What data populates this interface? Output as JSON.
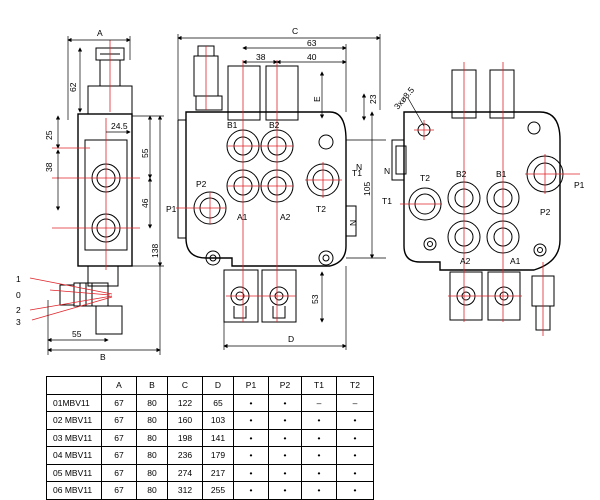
{
  "views": {
    "side": {
      "dims": {
        "A": "A",
        "B": "B",
        "d62": "62",
        "d25": "25",
        "d24_5": "24.5",
        "d38": "38",
        "d55": "55",
        "d46": "46",
        "d138": "138",
        "d55b": "55"
      },
      "lever_positions": [
        "1",
        "0",
        "2",
        "3"
      ]
    },
    "front": {
      "dims": {
        "C": "C",
        "d63": "63",
        "d38": "38",
        "d40": "40",
        "E": "E",
        "d23": "23",
        "d105": "105",
        "N": "N",
        "d53": "53",
        "D": "D"
      },
      "ports": {
        "B1": "B1",
        "B2": "B2",
        "P2": "P2",
        "P1": "P1",
        "A1": "A1",
        "A2": "A2",
        "T1": "T1",
        "T2": "T2"
      }
    },
    "rear": {
      "dims": {
        "hole": "3xø8.5",
        "N": "N"
      },
      "ports": {
        "T2": "T2",
        "B2": "B2",
        "B1": "B1",
        "P1": "P1",
        "T1": "T1",
        "P2": "P2",
        "A2": "A2",
        "A1": "A1"
      }
    }
  },
  "table": {
    "headers": [
      "",
      "A",
      "B",
      "C",
      "D",
      "P1",
      "P2",
      "T1",
      "T2"
    ],
    "rows": [
      [
        "01MBV11",
        "67",
        "80",
        "122",
        "65",
        "•",
        "•",
        "–",
        "–"
      ],
      [
        "02 MBV11",
        "67",
        "80",
        "160",
        "103",
        "•",
        "•",
        "•",
        "•"
      ],
      [
        "03 MBV11",
        "67",
        "80",
        "198",
        "141",
        "•",
        "•",
        "•",
        "•"
      ],
      [
        "04 MBV11",
        "67",
        "80",
        "236",
        "179",
        "•",
        "•",
        "•",
        "•"
      ],
      [
        "05 MBV11",
        "67",
        "80",
        "274",
        "217",
        "•",
        "•",
        "•",
        "•"
      ],
      [
        "06 MBV11",
        "67",
        "80",
        "312",
        "255",
        "•",
        "•",
        "•",
        "•"
      ]
    ]
  }
}
